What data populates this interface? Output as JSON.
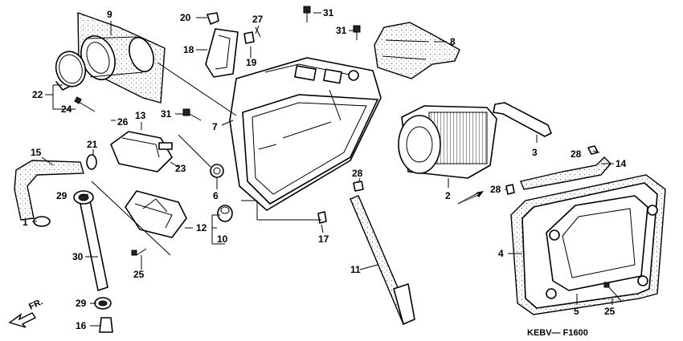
{
  "callouts": [
    {
      "id": "c9",
      "text": "9"
    },
    {
      "id": "c20",
      "text": "20"
    },
    {
      "id": "c27",
      "text": "27"
    },
    {
      "id": "c31a",
      "text": "31"
    },
    {
      "id": "c31b",
      "text": "31"
    },
    {
      "id": "c8",
      "text": "8"
    },
    {
      "id": "c18",
      "text": "18"
    },
    {
      "id": "c19",
      "text": "19"
    },
    {
      "id": "c22",
      "text": "22"
    },
    {
      "id": "c24",
      "text": "24"
    },
    {
      "id": "c13",
      "text": "13"
    },
    {
      "id": "c31c",
      "text": "31"
    },
    {
      "id": "c26",
      "text": "26"
    },
    {
      "id": "c7",
      "text": "7"
    },
    {
      "id": "c3",
      "text": "3"
    },
    {
      "id": "c15",
      "text": "15"
    },
    {
      "id": "c21",
      "text": "21"
    },
    {
      "id": "c23",
      "text": "23"
    },
    {
      "id": "c28a",
      "text": "28"
    },
    {
      "id": "c14",
      "text": "14"
    },
    {
      "id": "c28b",
      "text": "28"
    },
    {
      "id": "c2",
      "text": "2"
    },
    {
      "id": "c28c",
      "text": "28"
    },
    {
      "id": "c29a",
      "text": "29"
    },
    {
      "id": "c6",
      "text": "6"
    },
    {
      "id": "c1",
      "text": "1"
    },
    {
      "id": "c12",
      "text": "12"
    },
    {
      "id": "c10",
      "text": "10"
    },
    {
      "id": "c17",
      "text": "17"
    },
    {
      "id": "c4",
      "text": "4"
    },
    {
      "id": "c30",
      "text": "30"
    },
    {
      "id": "c25a",
      "text": "25"
    },
    {
      "id": "c11",
      "text": "11"
    },
    {
      "id": "c29b",
      "text": "29"
    },
    {
      "id": "c5",
      "text": "5"
    },
    {
      "id": "c25b",
      "text": "25"
    },
    {
      "id": "c16",
      "text": "16"
    }
  ],
  "direction_label": "FR.",
  "diagram_code": "KEBV— F1600"
}
